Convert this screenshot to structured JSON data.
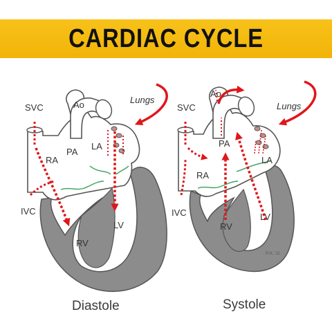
{
  "title": "CARDIAC CYCLE",
  "colors": {
    "banner": "#f2b308",
    "arrow": "#e0161a",
    "muscle": "#8c8c8c",
    "valve": "#3aa05a"
  },
  "diastole": {
    "labels": {
      "svc": "SVC",
      "ao": "Ao",
      "lungs": "Lungs",
      "pa": "PA",
      "la": "LA",
      "ra": "RA",
      "ivc": "IVC",
      "rv": "RV",
      "lv": "LV"
    },
    "caption": "Diastole"
  },
  "systole": {
    "labels": {
      "svc": "SVC",
      "ao": "Ao",
      "lungs": "Lungs",
      "pa": "PA",
      "la": "LA",
      "ra": "RA",
      "ivc": "IVC",
      "rv": "RV",
      "lv": "LV"
    },
    "caption": "Systole"
  },
  "signature": "R.K. '11"
}
